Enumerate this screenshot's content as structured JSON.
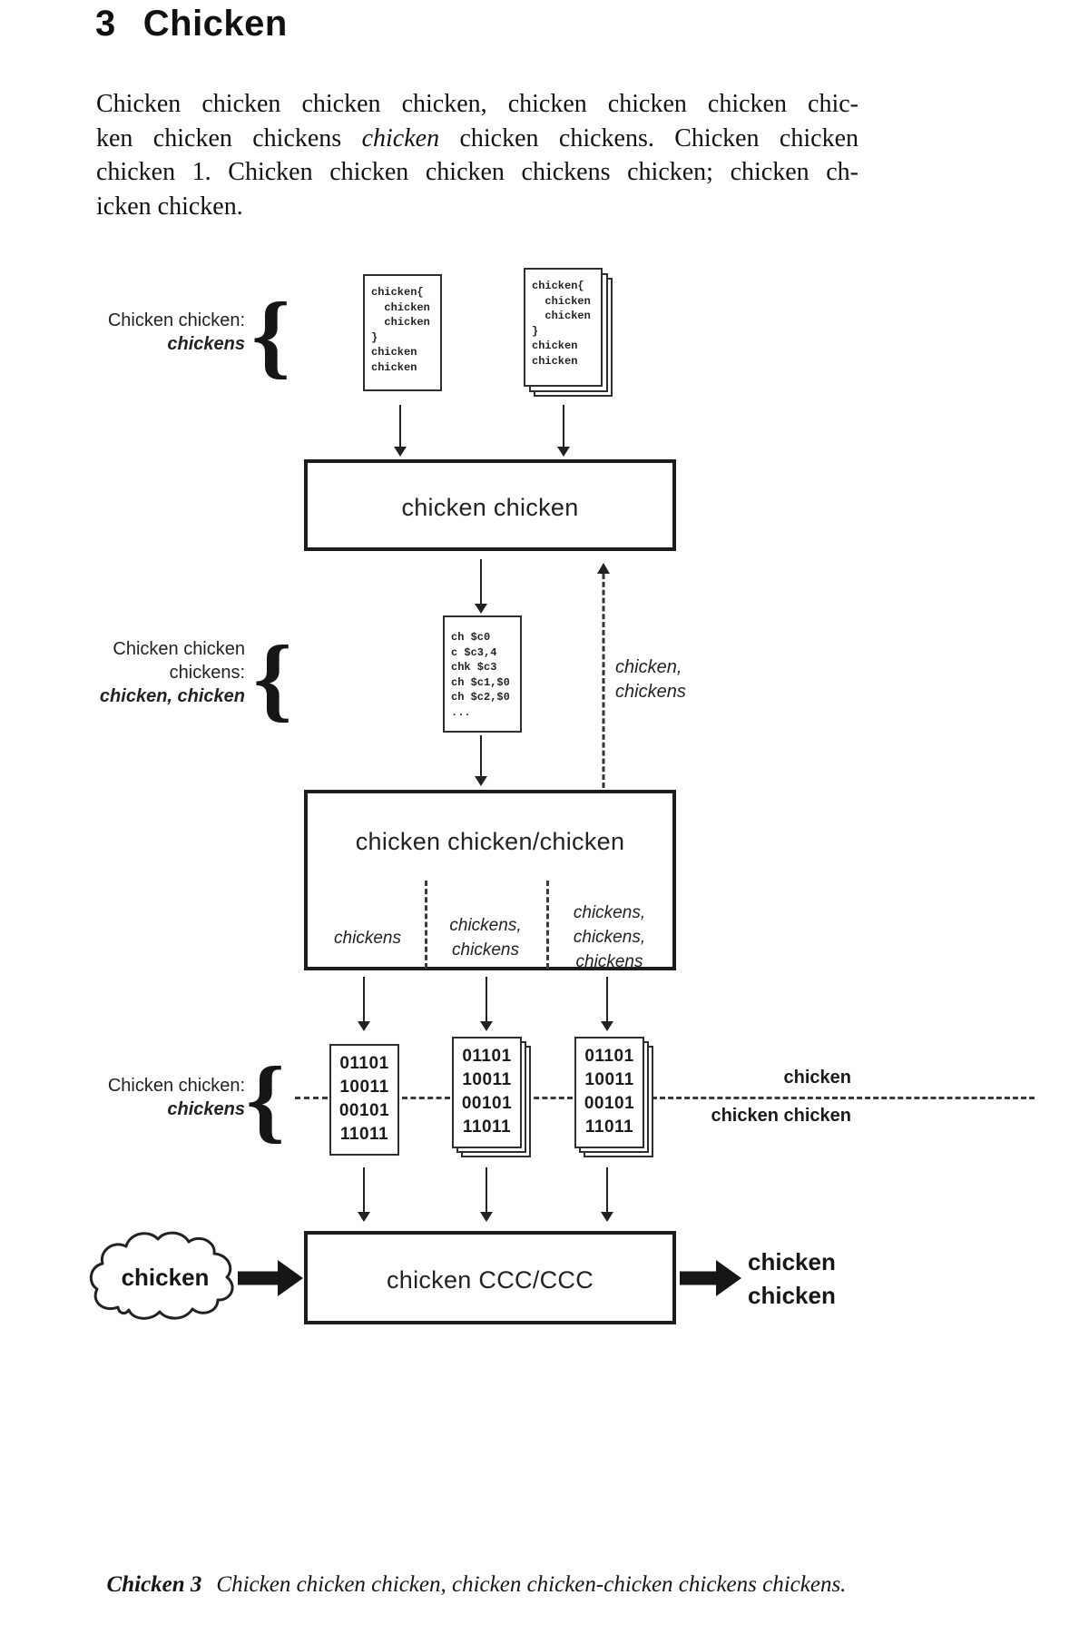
{
  "header": {
    "section_number": "3",
    "section_title": "Chicken"
  },
  "paragraph": {
    "line1": "Chicken chicken chicken chicken, chicken chicken chicken chic-",
    "line2_pre": "ken chicken chickens ",
    "line2_italic": "chicken",
    "line2_post": " chicken chickens.  Chicken chicken",
    "line3": "chicken 1. Chicken chicken chicken chickens chicken; chicken ch-",
    "line4": "icken chicken."
  },
  "figure": {
    "brace": "{",
    "row_source": {
      "label_line1": "Chicken chicken:",
      "label_line2": "chickens",
      "source_lines": [
        "chicken{",
        "  chicken",
        "  chicken",
        "}",
        "chicken",
        "chicken"
      ]
    },
    "compiler_box_label": "chicken chicken",
    "row_assembly": {
      "label_line1": "Chicken chicken",
      "label_line2": "chickens:",
      "label_line3": "chicken, chicken",
      "asm_lines": [
        "ch $c0",
        "c $c3,4",
        "chk $c3",
        "ch $c1,$0",
        "ch $c2,$0",
        "..."
      ],
      "dashed_arrow_label": [
        "chicken,",
        "chickens"
      ]
    },
    "assembler_box": {
      "title": "chicken chicken/chicken",
      "columns": [
        [
          "chickens"
        ],
        [
          "chickens,",
          "chickens"
        ],
        [
          "chickens,",
          "chickens,",
          "chickens"
        ]
      ]
    },
    "row_object": {
      "label_line1": "Chicken chicken:",
      "label_line2": "chickens",
      "binary_lines": [
        "01101",
        "10011",
        "00101",
        "11011"
      ],
      "right_label_top": "chicken",
      "right_label_bottom": "chicken chicken"
    },
    "row_linker": {
      "cloud_label": "chicken",
      "box_label": "chicken CCC/CCC",
      "output_lines": [
        "chicken",
        "chicken"
      ]
    },
    "caption": {
      "label": "Chicken 3",
      "text": "Chicken chicken chicken, chicken chicken-chicken chickens chickens."
    }
  }
}
